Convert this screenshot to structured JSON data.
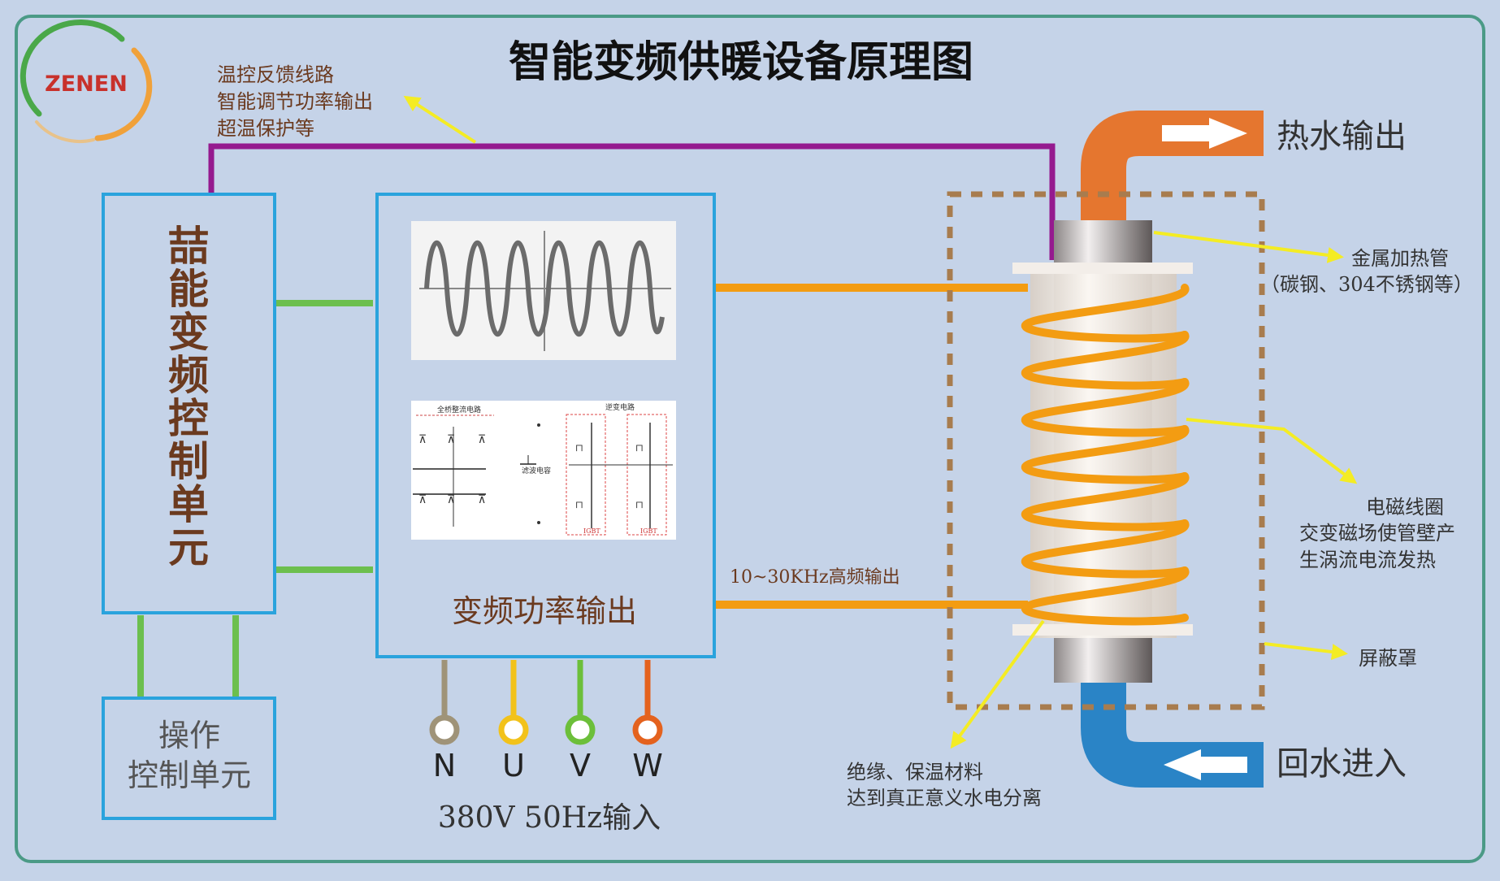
{
  "title": "智能变频供暖设备原理图",
  "logo": {
    "text": "ZENEN"
  },
  "feedback_note": [
    "温控反馈线路",
    "智能调节功率输出",
    "超温保护等"
  ],
  "control_unit_label": [
    "喆",
    "能",
    "变",
    "频",
    "控",
    "制",
    "单",
    "元"
  ],
  "operation_unit_label": [
    "操作",
    "控制单元"
  ],
  "power_output_label": "变频功率输出",
  "circuit_image": {
    "left_caption": "全桥整流电路",
    "right_caption": "逆变电路",
    "middle_caption": "滤波电容",
    "igbt_label": "IGBT"
  },
  "frequency_label": "10~30KHz高频输出",
  "input_terminals": [
    {
      "label": "N",
      "color": "#9f9378"
    },
    {
      "label": "U",
      "color": "#f2c21a"
    },
    {
      "label": "V",
      "color": "#6cbf3a"
    },
    {
      "label": "W",
      "color": "#e4621e"
    }
  ],
  "input_label": "380V  50Hz输入",
  "hot_water_label": "热水输出",
  "return_water_label": "回水进入",
  "annotations": {
    "heating_pipe": [
      "金属加热管",
      "（碳钢、304不锈钢等）"
    ],
    "coil": [
      "电磁线圈",
      "交变磁场使管壁产",
      "生涡流电流发热"
    ],
    "shield": "屏蔽罩",
    "insulation": [
      "绝缘、保温材料",
      "达到真正意义水电分离"
    ]
  },
  "colors": {
    "background": "#c5d3e8",
    "box_border": "#2aa3dd",
    "frame_border": "#4b9a86",
    "feedback_line": "#951a8f",
    "green_link": "#6cbf4e",
    "orange_line": "#f39c12",
    "coil": "#f39c12",
    "hot_pipe": "#e5762f",
    "cold_pipe": "#2a84c6",
    "pointer": "#f4ec24",
    "shield": "#a87c4e",
    "label_brown": "#6b3a1f"
  }
}
